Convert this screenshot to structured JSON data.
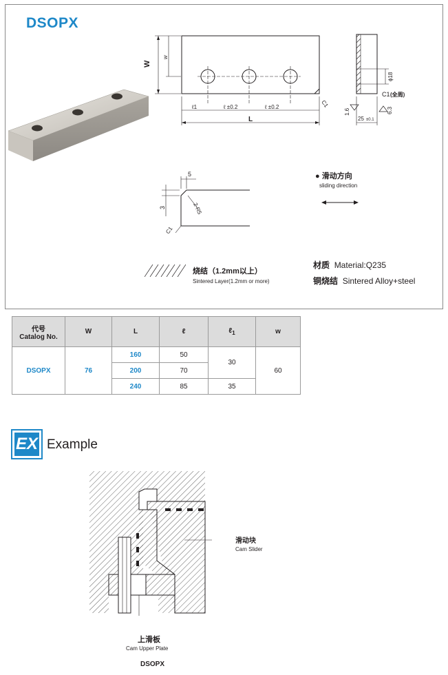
{
  "title": "DSOPX",
  "drawing": {
    "dim_w_label": "W",
    "dim_w_small": "w",
    "dim_l_label": "L",
    "dim_l1": "ℓ1",
    "dim_l_tol1": "ℓ ±0.2",
    "dim_l_tol2": "ℓ ±0.2",
    "dim_c1_left": "C1",
    "dim_c1_right": "C1",
    "dim_c1_note": "(全周)",
    "dim_phi18": "ϕ18",
    "dim_16": "1.6",
    "dim_63": "6.3",
    "dim_25": "25",
    "dim_25_tol": "±0.1",
    "profile_5": "5",
    "profile_3": "3",
    "profile_r": "2-R5",
    "profile_c1": "C1"
  },
  "sliding": {
    "cn": "滑动方向",
    "en": "sliding direction"
  },
  "legend": {
    "cn": "烧结（1.2mm以上）",
    "en": "Sintered Layer(1.2mm or more)"
  },
  "material": {
    "line1_cn": "材质",
    "line1_en": "Material:Q235",
    "line2_cn": "铜烧结",
    "line2_en": "Sintered Alloy+steel"
  },
  "table": {
    "headers": {
      "catalog_cn": "代号",
      "catalog_en": "Catalog No.",
      "w": "W",
      "l": "L",
      "ell": "ℓ",
      "ell1": "ℓ",
      "ell1_sub": "1",
      "small_w": "w"
    },
    "catalog": "DSOPX",
    "w_value": "76",
    "rows": [
      {
        "L": "160",
        "ell": "50"
      },
      {
        "L": "200",
        "ell": "70"
      },
      {
        "L": "240",
        "ell": "85"
      }
    ],
    "ell1_a": "30",
    "ell1_b": "35",
    "small_w_value": "60"
  },
  "example": {
    "badge": "EX",
    "label": "Example",
    "slider_cn": "滑动块",
    "slider_en": "Cam Slider",
    "plate_cn": "上滑板",
    "plate_en": "Cam Upper Plate",
    "caption": "DSOPX"
  },
  "colors": {
    "accent": "#1e88c8",
    "header_bg": "#dcdcdc"
  }
}
